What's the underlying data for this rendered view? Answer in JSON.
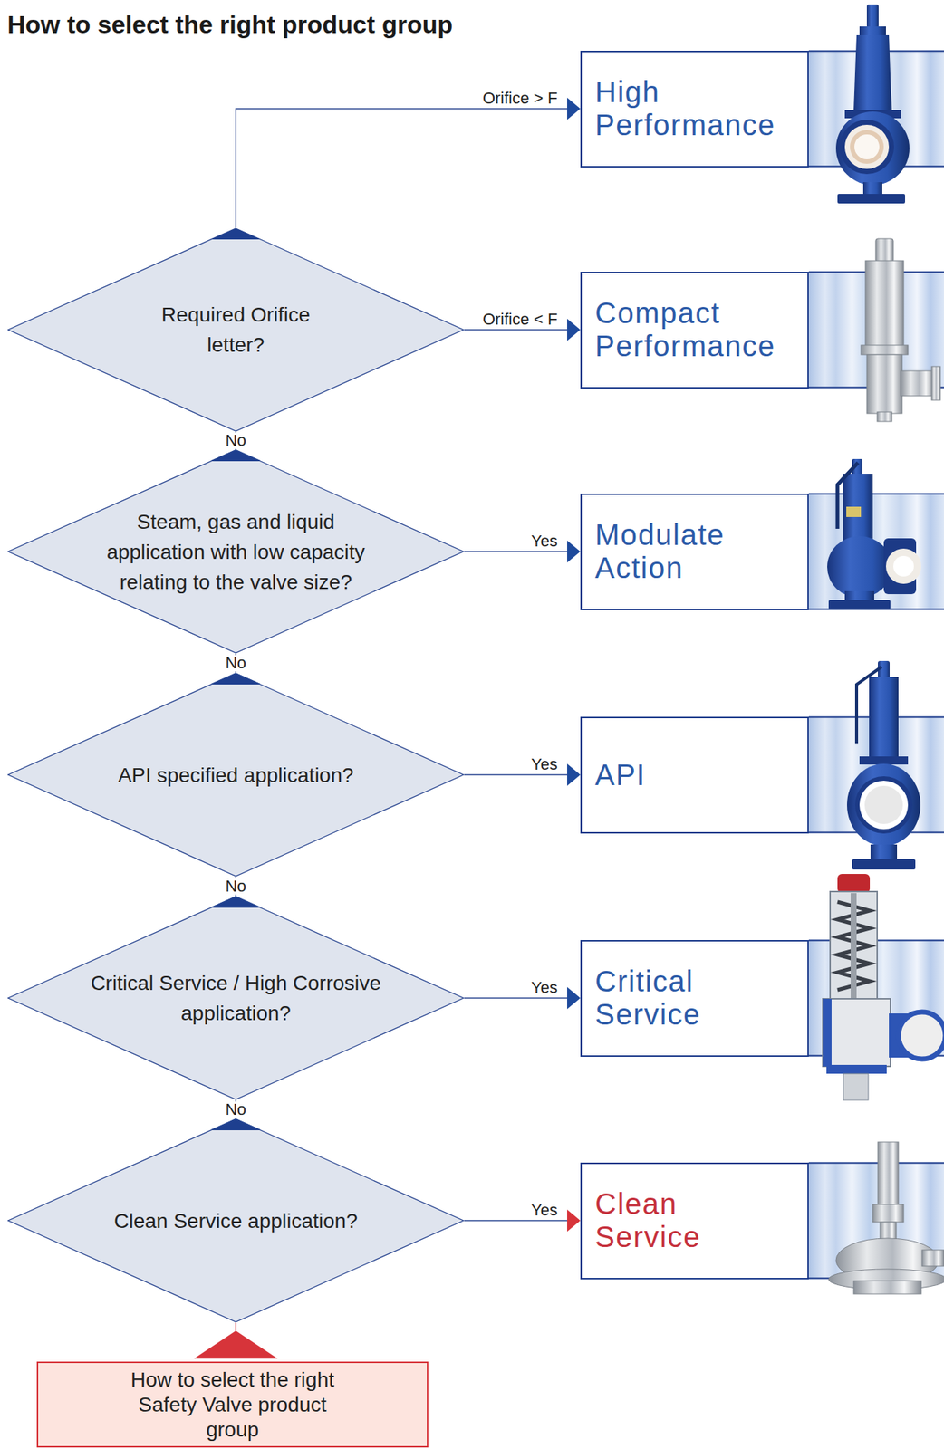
{
  "diagram": {
    "title": "How to select the right product group",
    "nodes": [
      {
        "text": [
          "High Performance"
        ]
      },
      {
        "text": [
          "Required Orifice letter?"
        ]
      },
      {
        "text": [
          "Compact Performance"
        ]
      },
      {
        "text": [
          "Steam, gas and liquid application with low capacity relating to the valve size?"
        ]
      },
      {
        "text": [
          "Modulate Action"
        ]
      },
      {
        "text": [
          "API specified application?"
        ]
      },
      {
        "text": [
          "API"
        ]
      },
      {
        "text": [
          "Critical Service / High Corrosive application?"
        ]
      },
      {
        "text": [
          "Critical Service"
        ]
      },
      {
        "text": [
          "Clean Service application?"
        ]
      },
      {
        "text": [
          "Clean Service"
        ]
      },
      {
        "text": [
          "How to select the right Safety Valve product group"
        ]
      }
    ],
    "edges": [
      {
        "from": 1,
        "to": 0,
        "label": "Orifice > F",
        "arrow": "to"
      },
      {
        "from": 1,
        "to": 2,
        "label": "Orifice < F",
        "arrow": "to"
      },
      {
        "from": 1,
        "to": 3,
        "label": "No",
        "arrow": "to"
      },
      {
        "from": 3,
        "to": 4,
        "label": "Yes",
        "arrow": "to"
      },
      {
        "from": 3,
        "to": 5,
        "label": "No",
        "arrow": "to"
      },
      {
        "from": 5,
        "to": 6,
        "label": "Yes",
        "arrow": "to"
      },
      {
        "from": 5,
        "to": 7,
        "label": "No",
        "arrow": "to"
      },
      {
        "from": 7,
        "to": 8,
        "label": "Yes",
        "arrow": "to"
      },
      {
        "from": 7,
        "to": 9,
        "label": "No",
        "arrow": "to"
      },
      {
        "from": 9,
        "to": 10,
        "label": "Yes",
        "arrow": "to"
      },
      {
        "from": 9,
        "to": 11,
        "arrow": "to"
      }
    ]
  }
}
